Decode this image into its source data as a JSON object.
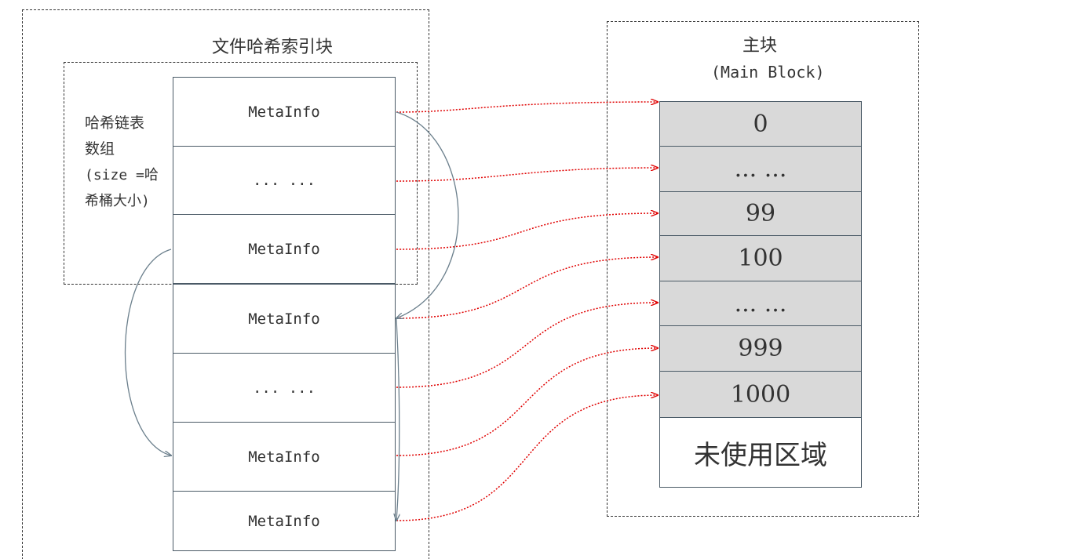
{
  "left_panel": {
    "title": "文件哈希索引块",
    "array_label": {
      "line1": "哈希链表",
      "line2": "数组",
      "line3": "(size =哈",
      "line4": "希桶大小)"
    },
    "cells": [
      "MetaInfo",
      "... ...",
      "MetaInfo",
      "MetaInfo",
      "... ...",
      "MetaInfo",
      "MetaInfo"
    ]
  },
  "right_panel": {
    "title": "主块",
    "subtitle": "(Main Block)",
    "cells": [
      "0",
      "... ...",
      "99",
      "100",
      "... ...",
      "999",
      "1000"
    ],
    "unused": "未使用区域"
  },
  "colors": {
    "link_arrow": "#e00000",
    "chain_arrow": "#6b7f8c",
    "main_cell_fill": "#d9d9d9",
    "border": "#4a5a66"
  }
}
